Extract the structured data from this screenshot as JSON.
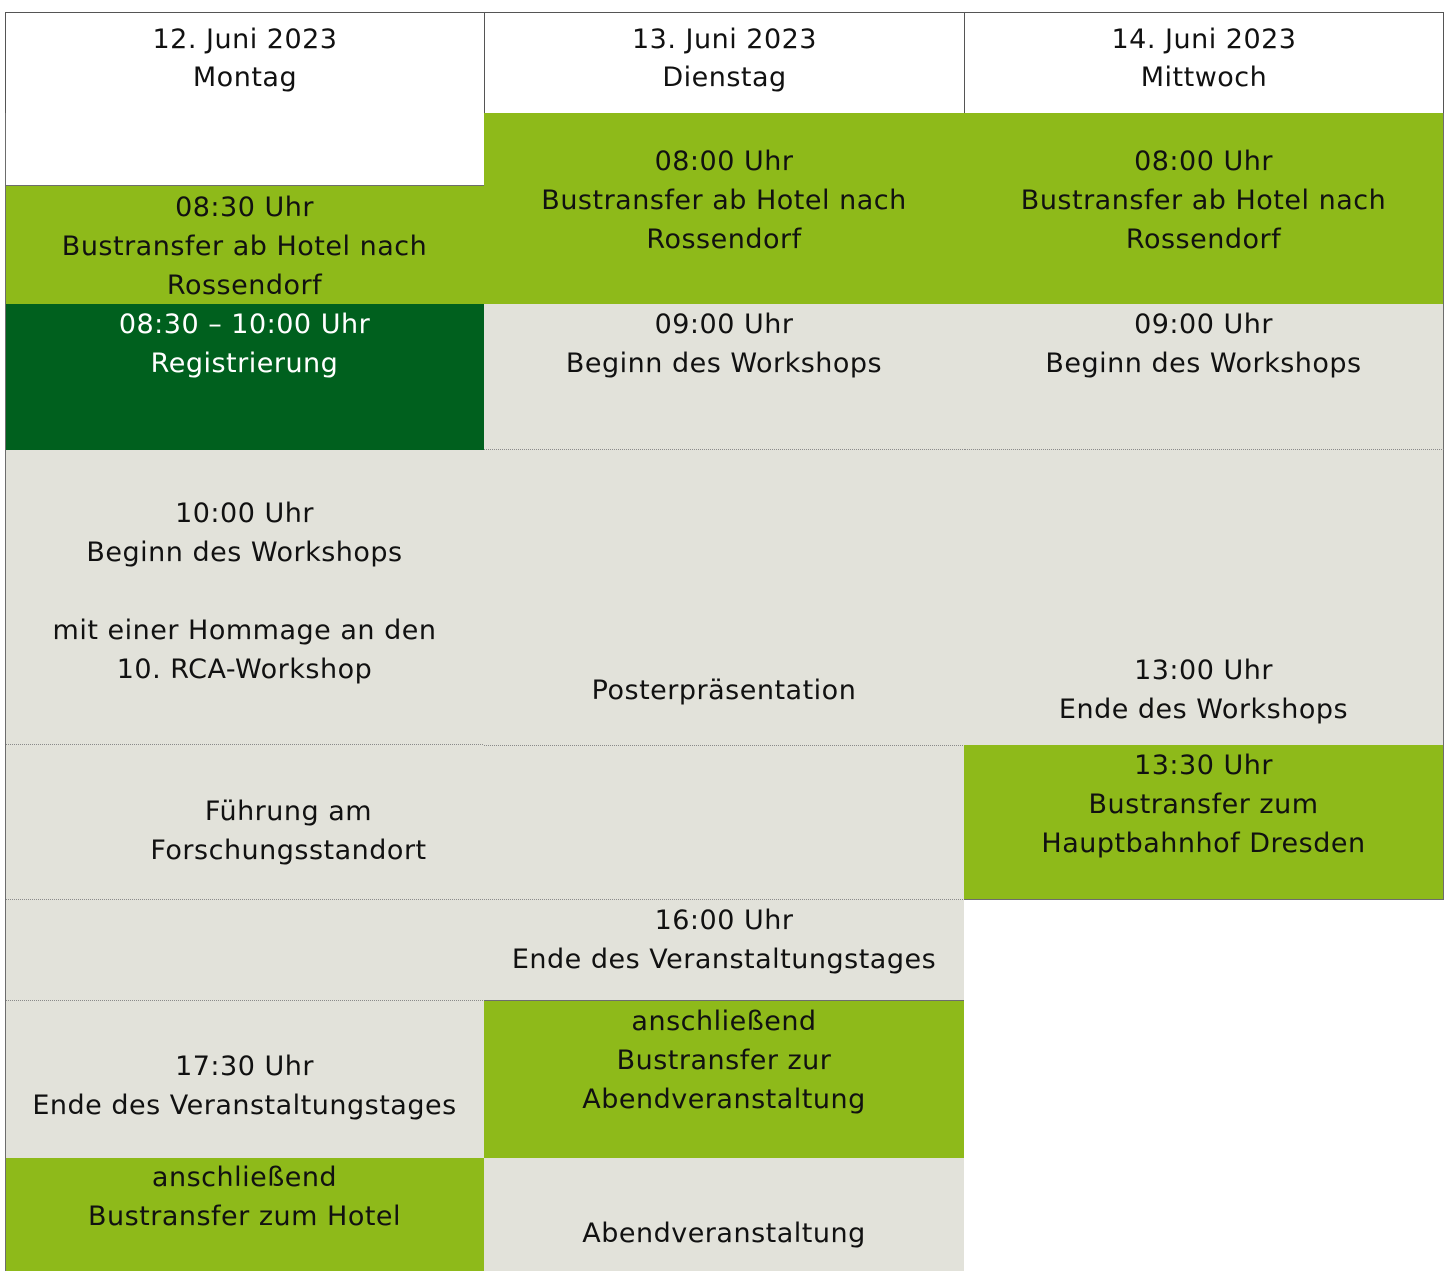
{
  "columns": [
    {
      "date": "12. Juni 2023",
      "weekday": "Montag"
    },
    {
      "date": "13. Juni 2023",
      "weekday": "Dienstag"
    },
    {
      "date": "14. Juni 2023",
      "weekday": "Mittwoch"
    }
  ],
  "monday": {
    "bus": [
      "08:30 Uhr",
      "Bustransfer ab Hotel nach",
      "Rossendorf"
    ],
    "registration": [
      "08:30 – 10:00 Uhr",
      "Registrierung"
    ],
    "workshop": [
      "10:00 Uhr",
      "Beginn des Workshops",
      "mit einer Hommage an den",
      "10. RCA-Workshop"
    ],
    "tour": [
      "Führung am",
      "Forschungsstandort"
    ],
    "end": [
      "17:30 Uhr",
      "Ende des Veranstaltungstages"
    ],
    "bus_hotel": [
      "anschließend",
      "Bustransfer zum Hotel"
    ]
  },
  "tuesday": {
    "bus": [
      "08:00 Uhr",
      "Bustransfer ab Hotel nach",
      "Rossendorf"
    ],
    "workshop": [
      "09:00 Uhr",
      "Beginn des Workshops"
    ],
    "poster": [
      "Posterpräsentation"
    ],
    "end": [
      "16:00 Uhr",
      "Ende des Veranstaltungstages"
    ],
    "bus_evening": [
      "anschließend",
      "Bustransfer zur",
      "Abendveranstaltung"
    ],
    "evening": [
      "Abendveranstaltung"
    ]
  },
  "wednesday": {
    "bus": [
      "08:00 Uhr",
      "Bustransfer ab Hotel nach",
      "Rossendorf"
    ],
    "workshop": [
      "09:00 Uhr",
      "Beginn des Workshops"
    ],
    "end": [
      "13:00 Uhr",
      "Ende des Workshops"
    ],
    "bus_station": [
      "13:30 Uhr",
      "Bustransfer zum",
      "Hauptbahnhof Dresden"
    ]
  },
  "colors": {
    "light_green": "#8eba1a",
    "dark_green": "#00601e",
    "grey": "#e2e2da",
    "white": "#ffffff"
  }
}
